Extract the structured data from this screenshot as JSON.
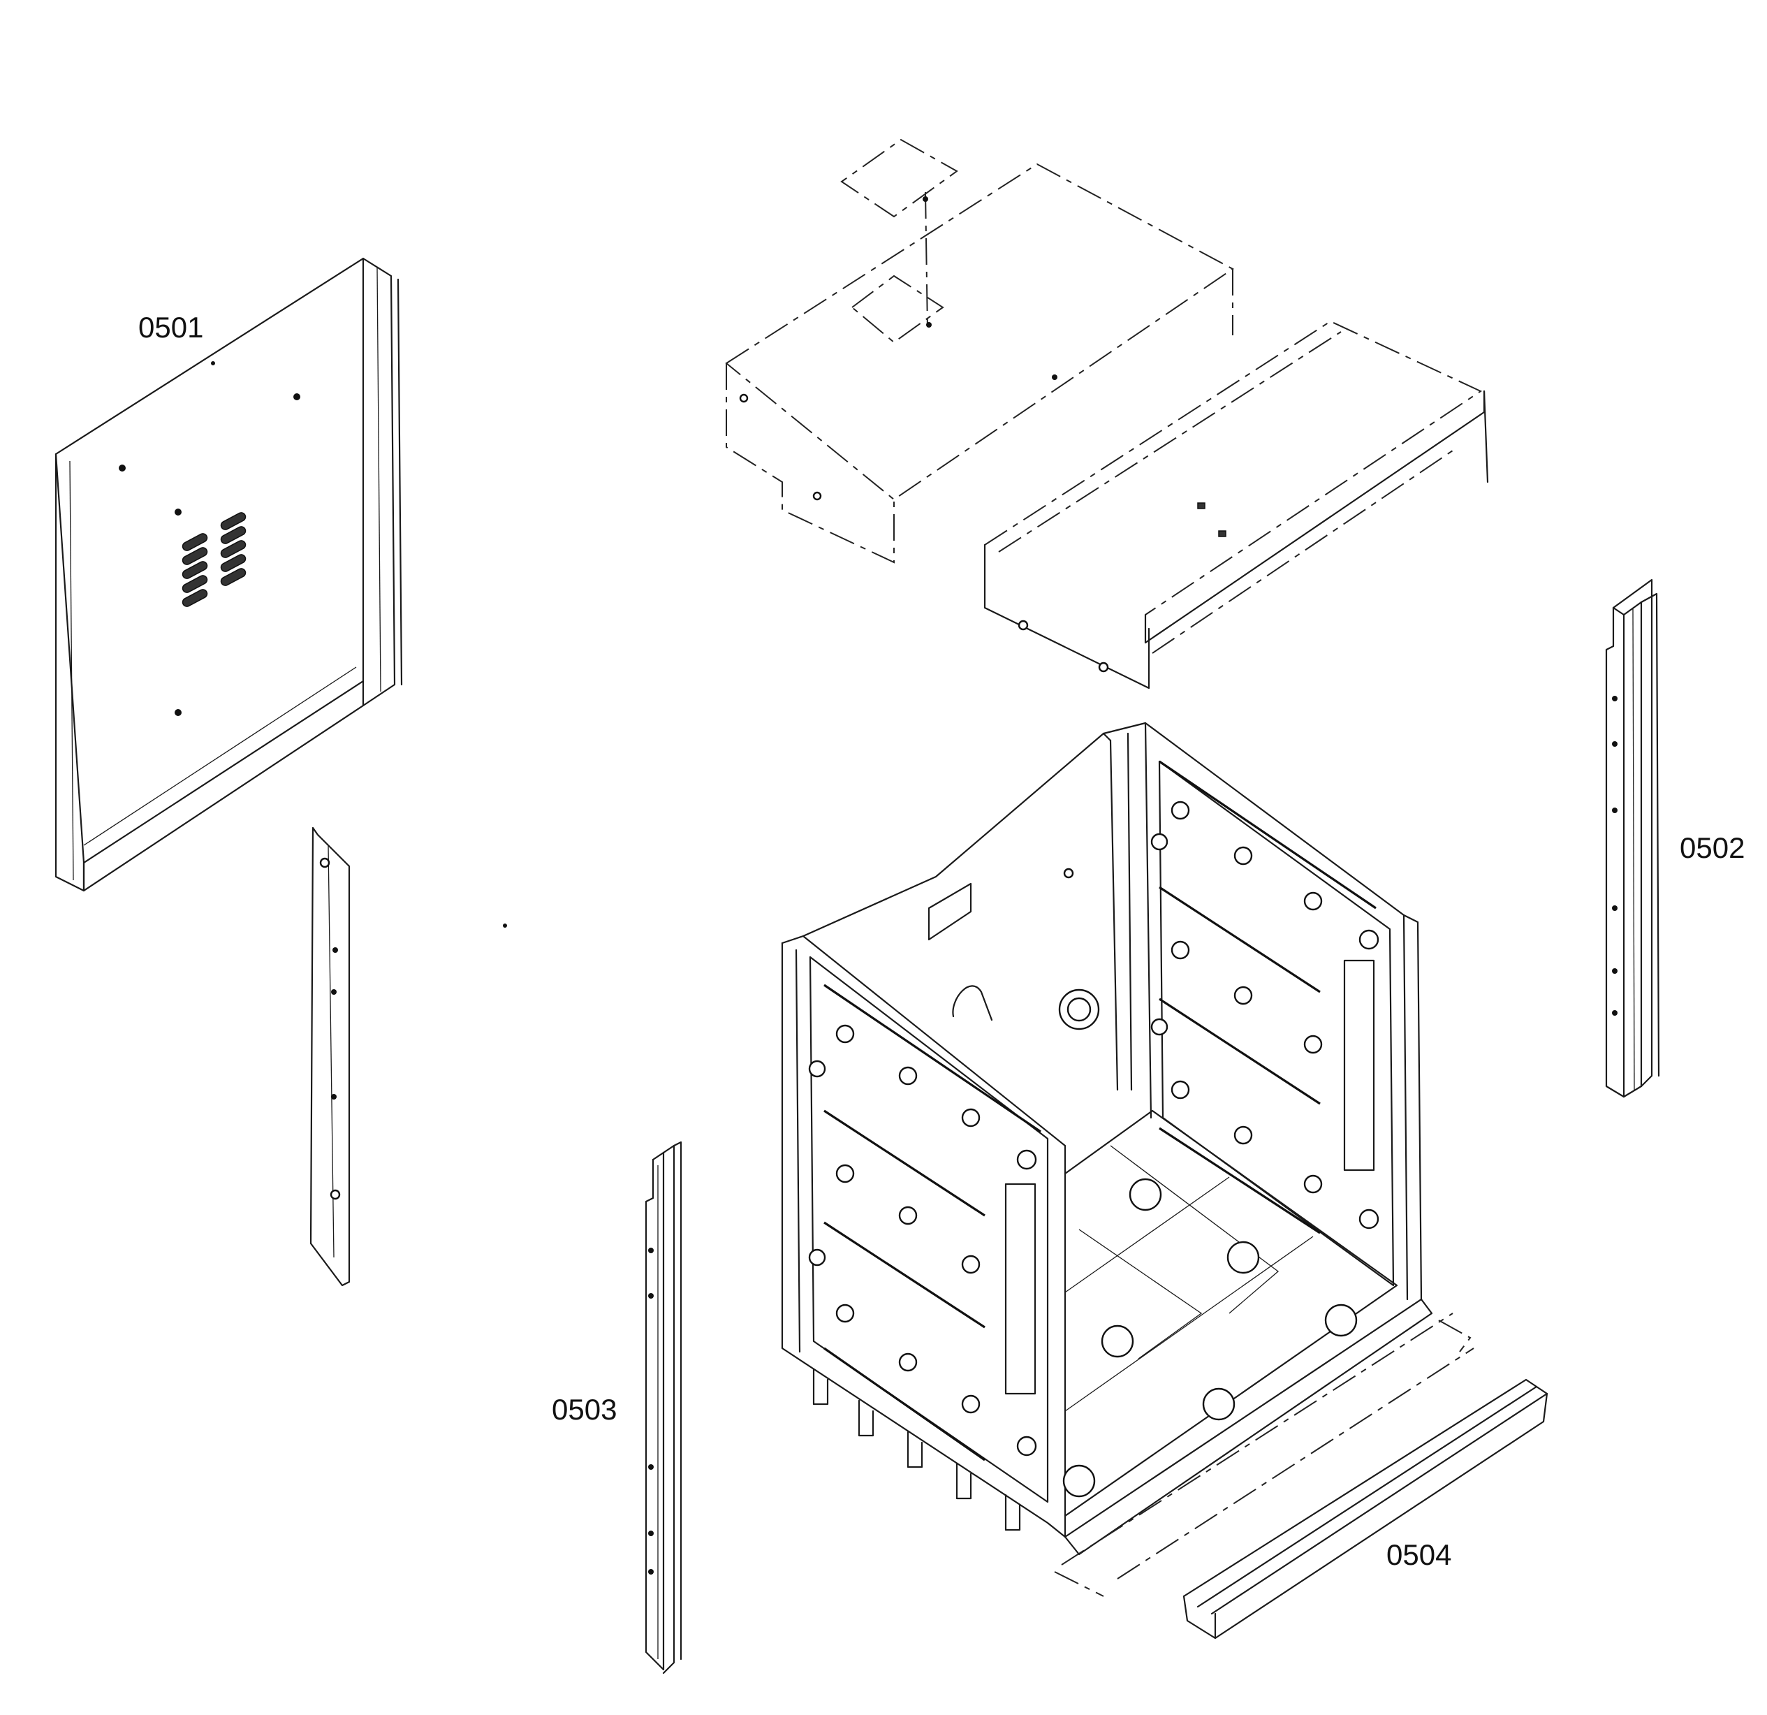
{
  "parts": [
    {
      "id": "0501",
      "label": "0501"
    },
    {
      "id": "0502",
      "label": "0502"
    },
    {
      "id": "0503",
      "label": "0503"
    },
    {
      "id": "0504",
      "label": "0504"
    }
  ]
}
